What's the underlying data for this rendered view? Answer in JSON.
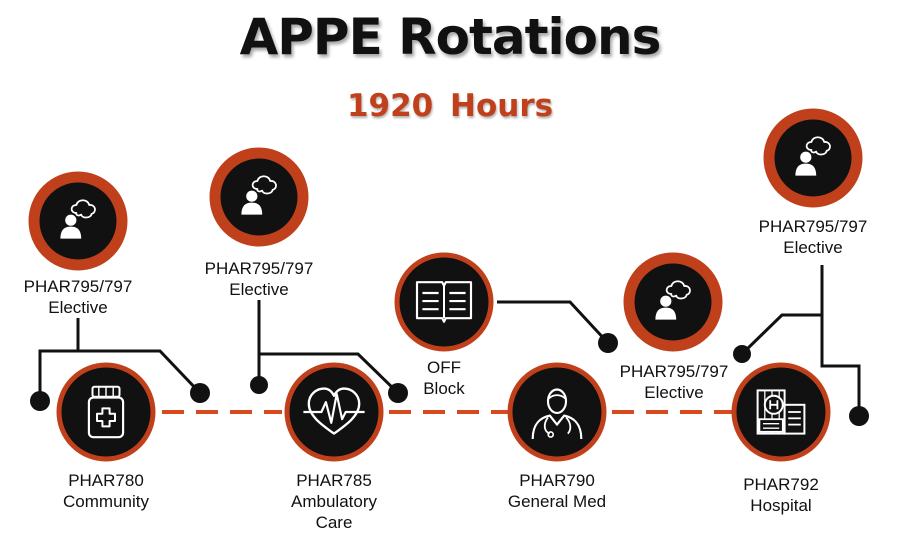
{
  "header": {
    "title": "APPE Rotations",
    "subtitle": "1920  Hours"
  },
  "colors": {
    "accent": "#c0401c",
    "dark": "#111111",
    "dash": "#d84a1e"
  },
  "core_rotations": [
    {
      "id": "c1",
      "icon": "medicine-bottle-icon",
      "code": "PHAR780",
      "name": "Community"
    },
    {
      "id": "c2",
      "icon": "heart-monitor-icon",
      "code": "PHAR785",
      "name1": "Ambulatory",
      "name2": "Care"
    },
    {
      "id": "c3",
      "icon": "doctor-icon",
      "code": "PHAR790",
      "name": "General Med"
    },
    {
      "id": "c4",
      "icon": "hospital-building-icon",
      "code": "PHAR792",
      "name": "Hospital"
    }
  ],
  "elective_rotations": [
    {
      "id": "e1",
      "icon": "person-thinking-icon",
      "code": "PHAR795/797",
      "name": "Elective"
    },
    {
      "id": "e2",
      "icon": "person-thinking-icon",
      "code": "PHAR795/797",
      "name": "Elective"
    },
    {
      "id": "e3",
      "icon": "person-thinking-icon",
      "code": "PHAR795/797",
      "name": "Elective"
    },
    {
      "id": "e4",
      "icon": "person-thinking-icon",
      "code": "PHAR795/797",
      "name": "Elective"
    }
  ],
  "off_block": {
    "icon": "open-book-icon",
    "line1": "OFF",
    "line2": "Block"
  }
}
